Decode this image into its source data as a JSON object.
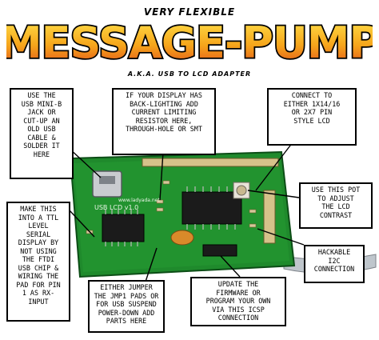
{
  "header": {
    "tagline": "VERY FLEXIBLE",
    "logo_text": "MESSAGE-PUMP",
    "subtitle": "A.K.A. USB TO LCD ADAPTER"
  },
  "board": {
    "silkscreen": "USB LCD v1.0",
    "silkscreen_url": "www.ladyada.net"
  },
  "callouts": {
    "usb_jack": "USE THE\nUSB MINI-B\nJACK OR\nCUT-UP AN\nOLD USB\nCABLE &\nSOLDER IT\nHERE",
    "backlight": "IF YOUR DISPLAY HAS\nBACK-LIGHTING ADD\nCURRENT LIMITING\nRESISTOR HERE,\nTHROUGH-HOLE OR SMT",
    "lcd": "CONNECT TO\nEITHER 1X14/16\nOR 2X7 PIN\nSTYLE LCD",
    "pot": "USE THIS POT\nTO ADJUST\nTHE LCD\nCONTRAST",
    "ttl": "MAKE THIS\nINTO A TTL\nLEVEL\nSERIAL\nDISPLAY BY\nNOT USING\nTHE FTDI\nUSB CHIP &\nWIRING THE\nPAD FOR PIN\n1 AS RX-\nINPUT",
    "jumper": "EITHER JUMPER\nTHE JMP1 PADS OR\nFOR USB SUSPEND\nPOWER-DOWN ADD\nPARTS HERE",
    "icsp": "UPDATE THE\nFIRMWARE OR\nPROGRAM YOUR OWN\nVIA THIS ICSP\nCONNECTION",
    "i2c": "HACKABLE\nI2C\nCONNECTION"
  },
  "colors": {
    "pcb": "#1f8a2c",
    "logo_fill": "#f6b21b",
    "logo_stroke": "#000000"
  }
}
